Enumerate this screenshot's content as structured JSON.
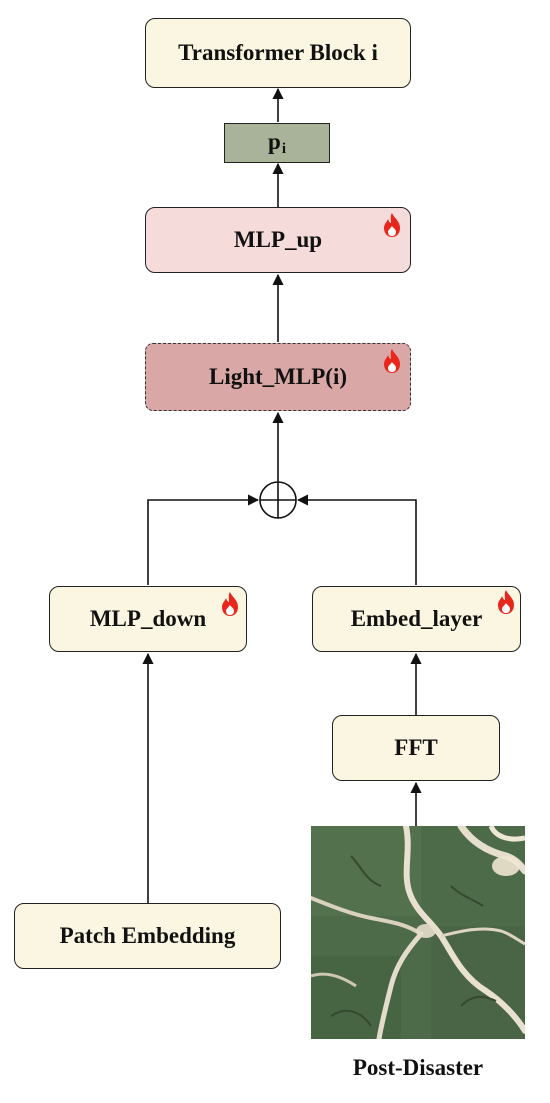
{
  "nodes": {
    "transformer_block": "Transformer Block i",
    "prompt": {
      "base": "p",
      "sub": "i"
    },
    "mlp_up": "MLP_up",
    "light_mlp": "Light_MLP(i)",
    "mlp_down": "MLP_down",
    "embed_layer": "Embed_layer",
    "fft": "FFT",
    "patch_embedding": "Patch Embedding"
  },
  "image_caption": "Post-Disaster",
  "trainable_marker_icon": "fire-icon"
}
